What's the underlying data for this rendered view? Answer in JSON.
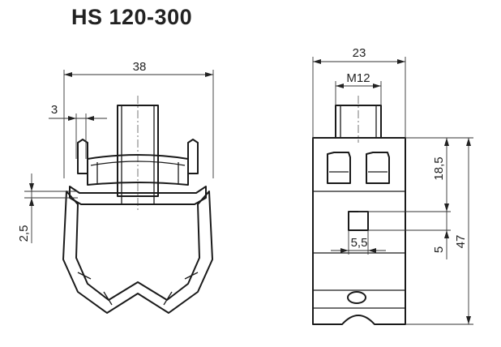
{
  "title": "HS 120-300",
  "dimensions": {
    "front": {
      "width": "38",
      "offset": "3",
      "gap": "2,5"
    },
    "side": {
      "width": "23",
      "thread": "M12",
      "upper": "18,5",
      "window_width": "5,5",
      "window_height": "5",
      "height": "47"
    }
  },
  "colors": {
    "line": "#1a1a1a",
    "text": "#222222"
  }
}
